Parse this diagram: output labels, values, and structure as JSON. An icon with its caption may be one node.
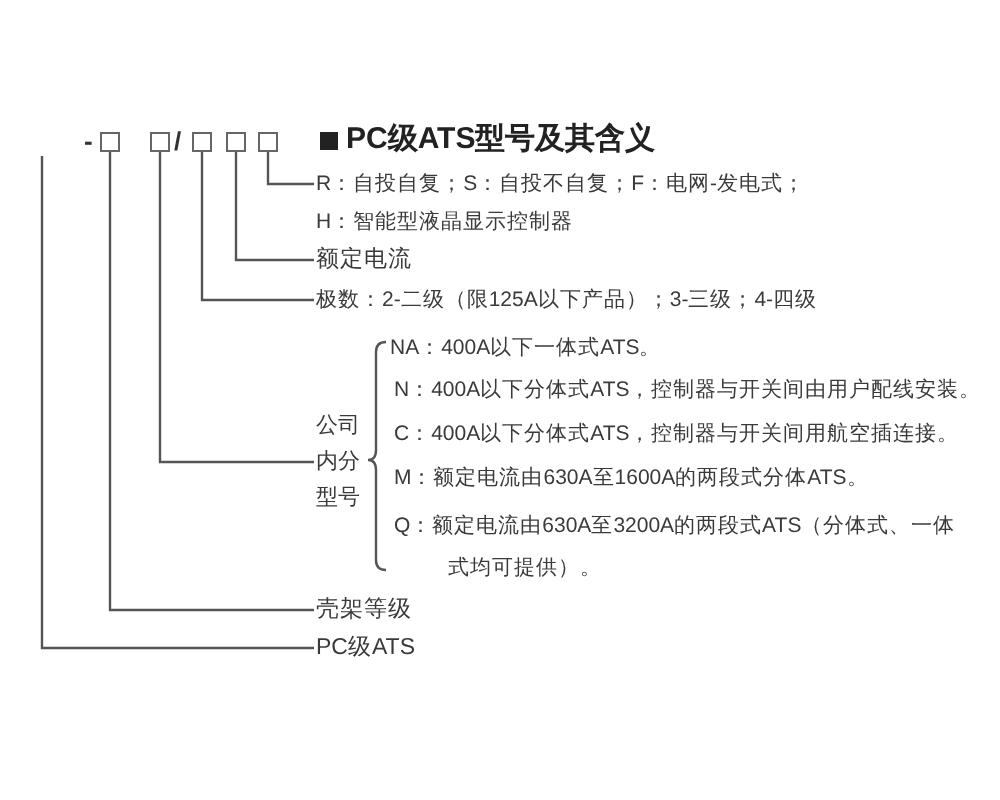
{
  "diagram": {
    "title": "PC级ATS型号及其含义",
    "nodes": [
      {
        "text": [],
        "shape": "box"
      },
      {
        "text": [],
        "shape": "box"
      },
      {
        "text": [],
        "shape": "box"
      },
      {
        "text": [],
        "shape": "box"
      },
      {
        "text": [],
        "shape": "box"
      },
      {
        "text": [
          "R：自投自复；S：自投不自复；F：电网-发电式；"
        ]
      },
      {
        "text": [
          "额定电流"
        ]
      },
      {
        "text": [
          "极数：2-二级（限125A以下产品）；3-三级；4-四级"
        ]
      },
      {
        "text": [
          "公司内分型号"
        ]
      },
      {
        "text": [
          "壳架等级"
        ]
      },
      {
        "text": [
          "PC级ATS"
        ]
      }
    ],
    "edges": [
      {
        "from": 5,
        "to": 4,
        "arrow": "none"
      },
      {
        "from": 6,
        "to": 3,
        "arrow": "none"
      },
      {
        "from": 7,
        "to": 2,
        "arrow": "none"
      },
      {
        "from": 8,
        "to": 1,
        "arrow": "none"
      },
      {
        "from": 9,
        "to": 0,
        "arrow": "none"
      },
      {
        "from": 10,
        "to": null,
        "arrow": "none"
      }
    ],
    "labels": [
      "-",
      "/",
      "H：智能型液晶显示控制器",
      "NA：400A以下一体式ATS。",
      "N：400A以下分体式ATS，控制器与开关间由用户配线安装。",
      "C：400A以下分体式ATS，控制器与开关间用航空插连接。",
      "M：额定电流由630A至1600A的两段式分体ATS。",
      "Q：额定电流由630A至3200A的两段式ATS（分体式、一体式均可提供）。"
    ]
  }
}
